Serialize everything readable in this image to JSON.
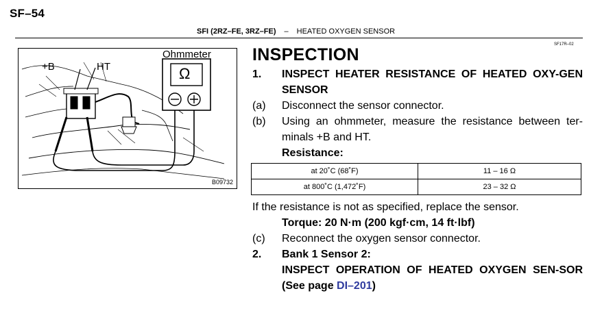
{
  "page_number": "SF–54",
  "header": {
    "section": "SFI (2RZ–FE, 3RZ–FE)",
    "separator": "–",
    "title": "HEATED OXYGEN SENSOR"
  },
  "ref_code": "SF17R–02",
  "figure": {
    "label_b": "+B",
    "label_ht": "HT",
    "label_ohmmeter": "Ohmmeter",
    "ohm_symbol": "Ω",
    "figure_code": "B09732"
  },
  "heading": "INSPECTION",
  "step1": {
    "number": "1.",
    "text": "INSPECT HEATER RESISTANCE OF HEATED OXY-GEN SENSOR"
  },
  "step_a": {
    "letter": "(a)",
    "text": "Disconnect the sensor connector."
  },
  "step_b": {
    "letter": "(b)",
    "text": "Using an ohmmeter, measure the resistance between ter-minals +B and HT."
  },
  "resistance_label": "Resistance:",
  "resistance_table": [
    {
      "condition": "at 20˚C (68˚F)",
      "value": "11 – 16 Ω"
    },
    {
      "condition": "at 800˚C (1,472˚F)",
      "value": "23 – 32 Ω"
    }
  ],
  "not_spec_text": "If the resistance is not as specified, replace the sensor.",
  "torque": "Torque: 20 N·m (200 kgf·cm, 14 ft·lbf)",
  "step_c": {
    "letter": "(c)",
    "text": "Reconnect the oxygen sensor connector."
  },
  "step2": {
    "number": "2.",
    "subtitle": "Bank 1 Sensor 2:",
    "text": "INSPECT OPERATION OF HEATED OXYGEN SEN-SOR (See page ",
    "link": "DI–201",
    "close": ")"
  }
}
